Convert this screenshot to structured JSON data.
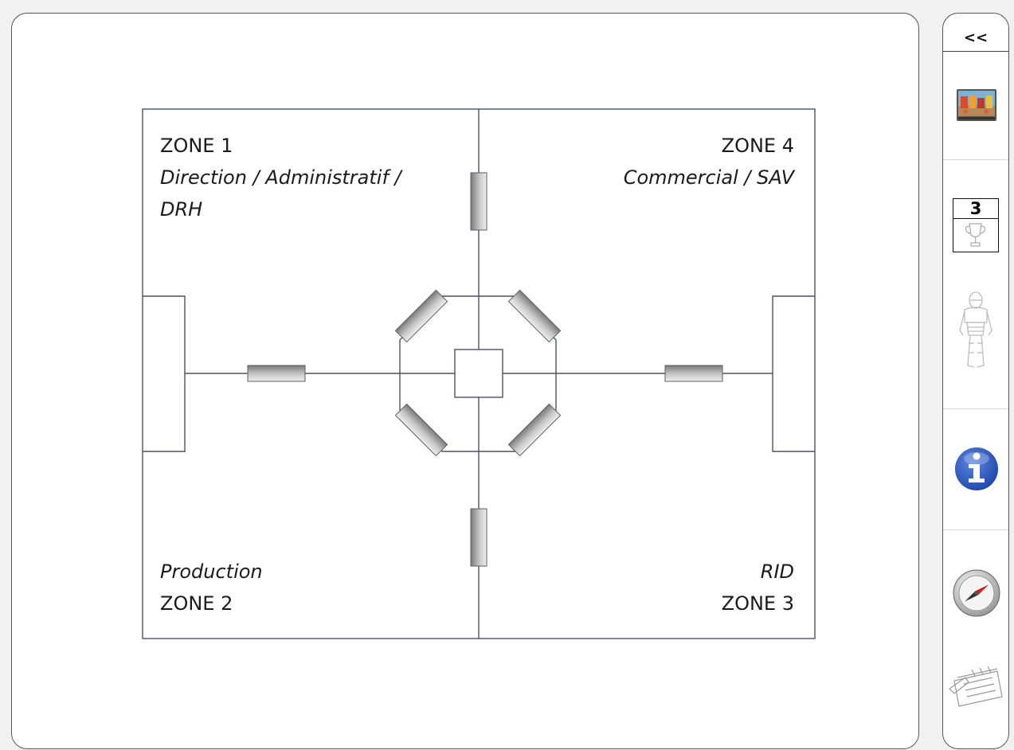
{
  "zones": {
    "zone1": {
      "title": "ZONE 1",
      "subtitle_line1": "Direction / Administratif /",
      "subtitle_line2": "DRH"
    },
    "zone4": {
      "title": "ZONE 4",
      "subtitle": "Commercial / SAV"
    },
    "zone2": {
      "subtitle": "Production",
      "title": "ZONE 2"
    },
    "zone3": {
      "subtitle": "RID",
      "title": "ZONE 3"
    }
  },
  "sidebar": {
    "collapse_label": "<<",
    "counter_value": "3",
    "icons": [
      "scene-thumbnail-icon",
      "trophy-icon",
      "knight-armor-icon",
      "info-icon",
      "compass-icon",
      "notepad-icon"
    ]
  },
  "colors": {
    "plan_stroke": "#4a5263",
    "info_blue": "#2f5fc4",
    "compass_red": "#d42020"
  }
}
